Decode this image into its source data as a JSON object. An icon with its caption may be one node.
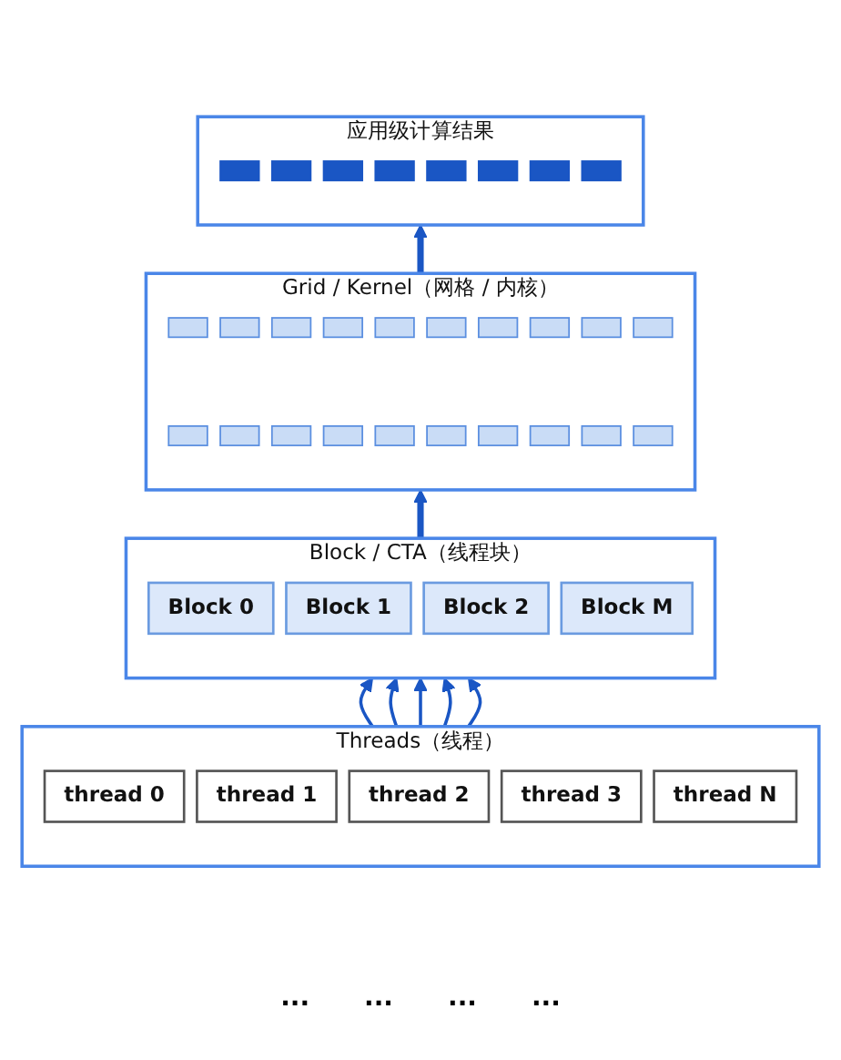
{
  "diagram": {
    "nodes": [
      {
        "text": [
          "应用级计算结果"
        ]
      },
      {
        "text": [],
        "shape": "bar",
        "in": 0
      },
      {
        "text": [],
        "shape": "bar",
        "in": 0
      },
      {
        "text": [],
        "shape": "bar",
        "in": 0
      },
      {
        "text": [],
        "shape": "bar",
        "in": 0
      },
      {
        "text": [],
        "shape": "bar",
        "in": 0
      },
      {
        "text": [],
        "shape": "bar",
        "in": 0
      },
      {
        "text": [],
        "shape": "bar",
        "in": 0
      },
      {
        "text": [],
        "shape": "bar",
        "in": 0
      },
      {
        "text": [
          "Grid / Kernel（网格 / 内核）"
        ]
      },
      {
        "text": [],
        "shape": "box",
        "in": 9
      },
      {
        "text": [],
        "shape": "box",
        "in": 9
      },
      {
        "text": [],
        "shape": "box",
        "in": 9
      },
      {
        "text": [],
        "shape": "box",
        "in": 9
      },
      {
        "text": [],
        "shape": "box",
        "in": 9
      },
      {
        "text": [],
        "shape": "box",
        "in": 9
      },
      {
        "text": [],
        "shape": "box",
        "in": 9
      },
      {
        "text": [],
        "shape": "box",
        "in": 9
      },
      {
        "text": [],
        "shape": "box",
        "in": 9
      },
      {
        "text": [],
        "shape": "box",
        "in": 9
      },
      {
        "text": [],
        "shape": "box",
        "in": 9
      },
      {
        "text": [],
        "shape": "box",
        "in": 9
      },
      {
        "text": [],
        "shape": "box",
        "in": 9
      },
      {
        "text": [],
        "shape": "box",
        "in": 9
      },
      {
        "text": [],
        "shape": "box",
        "in": 9
      },
      {
        "text": [],
        "shape": "box",
        "in": 9
      },
      {
        "text": [],
        "shape": "box",
        "in": 9
      },
      {
        "text": [],
        "shape": "box",
        "in": 9
      },
      {
        "text": [],
        "shape": "box",
        "in": 9
      },
      {
        "text": [],
        "shape": "box",
        "in": 9
      },
      {
        "text": [
          "Block / CTA（线程块）"
        ]
      },
      {
        "text": [
          "Block 0"
        ],
        "in": 30
      },
      {
        "text": [
          "Block 1"
        ],
        "in": 30
      },
      {
        "text": [
          "Block 2"
        ],
        "in": 30
      },
      {
        "text": [
          "Block M"
        ],
        "in": 30
      },
      {
        "text": [
          "Threads（线程）"
        ]
      },
      {
        "text": [
          "thread 0"
        ],
        "in": 35
      },
      {
        "text": [
          "thread 1"
        ],
        "in": 35
      },
      {
        "text": [
          "thread 2"
        ],
        "in": 35
      },
      {
        "text": [
          "thread 3"
        ],
        "in": 35
      },
      {
        "text": [
          "thread N"
        ],
        "in": 35
      }
    ],
    "edges": [
      {
        "from": 35,
        "to": 30,
        "arrow": "to"
      },
      {
        "from": 35,
        "to": 30,
        "arrow": "to"
      },
      {
        "from": 35,
        "to": 30,
        "arrow": "to"
      },
      {
        "from": 35,
        "to": 30,
        "arrow": "to"
      },
      {
        "from": 35,
        "to": 30,
        "arrow": "to"
      },
      {
        "from": 30,
        "to": 9,
        "arrow": "to",
        "style": "thick"
      },
      {
        "from": 9,
        "to": 0,
        "arrow": "to",
        "style": "thick"
      }
    ],
    "labels": [
      "...",
      "...",
      "...",
      "..."
    ]
  }
}
